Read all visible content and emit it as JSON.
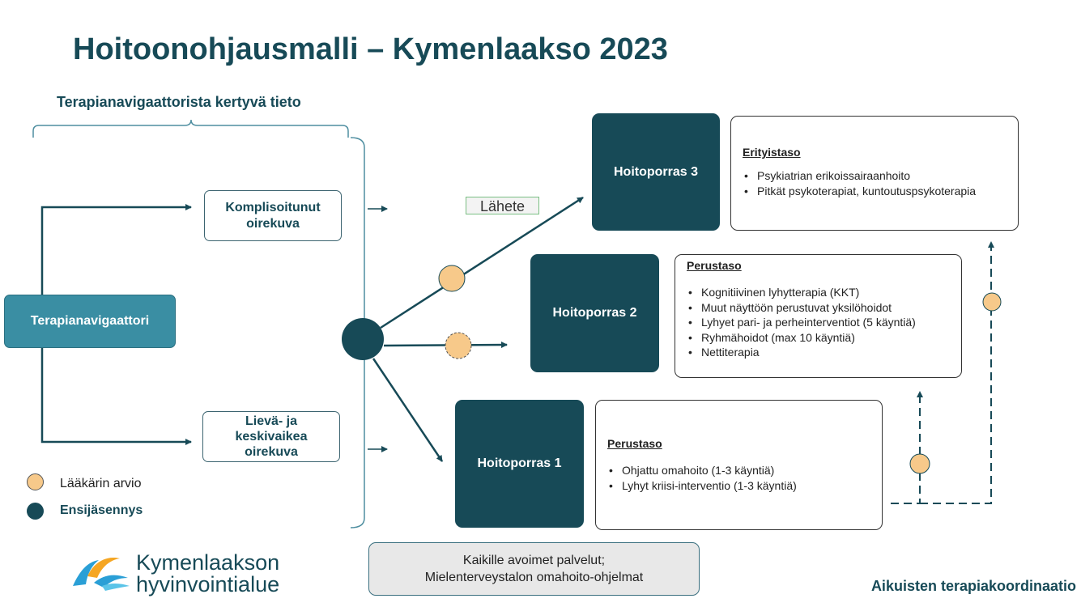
{
  "title": "Hoitoonohjausmalli – Kymenlaakso 2023",
  "subtitle": "Terapianavigaattorista kertyvä tieto",
  "navigator": {
    "label": "Terapianavigaattori"
  },
  "symptoms": {
    "complex": {
      "label": "Komplisoitunut oirekuva"
    },
    "mild": {
      "label": "Lievä- ja keskivaikea oirekuva"
    }
  },
  "referral_label": "Lähete",
  "steps": [
    {
      "label": "Hoitoporras 3",
      "level": "Erityistaso",
      "items": [
        "Psykiatrian erikoissairaanhoito",
        "Pitkät psykoterapiat, kuntoutuspsykoterapia"
      ]
    },
    {
      "label": "Hoitoporras 2",
      "level": "Perustaso",
      "items": [
        "Kognitiivinen lyhytterapia (KKT)",
        "Muut näyttöön perustuvat yksilöhoidot",
        "Lyhyet pari- ja perheinterventiot (5 käyntiä)",
        "Ryhmähoidot (max 10 käyntiä)",
        "Nettiterapia"
      ]
    },
    {
      "label": "Hoitoporras 1",
      "level": "Perustaso",
      "items": [
        "Ohjattu omahoito (1-3 käyntiä)",
        "Lyhyt kriisi-interventio (1-3 käyntiä)"
      ]
    }
  ],
  "open_services": {
    "line1": "Kaikille avoimet palvelut;",
    "line2": "Mielenterveystalon omahoito-ohjelmat"
  },
  "legend": {
    "doctor_assessment": "Lääkärin arvio",
    "first_triage": "Ensijäsennys"
  },
  "logo": {
    "line1": "Kymenlaakson",
    "line2": "hyvinvointialue"
  },
  "footer": "Aikuisten terapiakoordinaatio",
  "colors": {
    "dark_teal": "#174a57",
    "mid_teal": "#3a8ea3",
    "assessment_dot": "#f7c98a",
    "logo_orange": "#f5a623",
    "logo_blue": "#2a9fd6"
  }
}
